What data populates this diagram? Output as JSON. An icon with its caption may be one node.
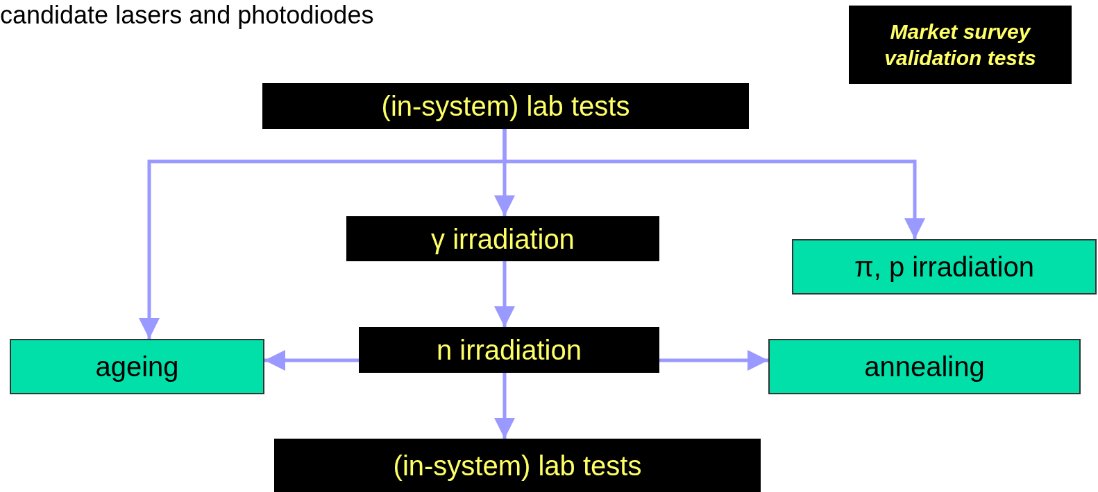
{
  "diagram": {
    "nodes": [
      {
        "text": [
          "Market survey validation tests"
        ]
      },
      {
        "text": [
          "(in-system) lab tests"
        ]
      },
      {
        "text": [
          "γ irradiation"
        ]
      },
      {
        "text": [
          "π, p irradiation"
        ]
      },
      {
        "text": [
          "n irradiation"
        ]
      },
      {
        "text": [
          "ageing"
        ]
      },
      {
        "text": [
          "annealing"
        ]
      },
      {
        "text": [
          "(in-system) lab tests"
        ]
      }
    ],
    "edges": [
      {
        "from": 1,
        "to": 2,
        "arrow": "to"
      },
      {
        "from": 1,
        "to": 5,
        "arrow": "to"
      },
      {
        "from": 1,
        "to": 3,
        "arrow": "to"
      },
      {
        "from": 2,
        "to": 4,
        "arrow": "to"
      },
      {
        "from": 4,
        "to": 5,
        "arrow": "to"
      },
      {
        "from": 4,
        "to": 6,
        "arrow": "to"
      },
      {
        "from": 4,
        "to": 7,
        "arrow": "to"
      }
    ],
    "labels": [
      "candidate lasers and photodiodes"
    ]
  }
}
